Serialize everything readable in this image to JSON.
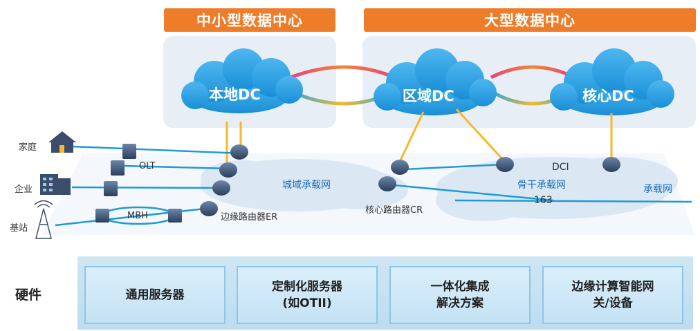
{
  "headers": {
    "small_dc": "中小型数据中心",
    "large_dc": "大型数据中心"
  },
  "clouds": {
    "local": "本地DC",
    "regional": "区域DC",
    "core": "核心DC"
  },
  "sites": {
    "home": "家庭",
    "enterprise": "企业",
    "base_station": "基站"
  },
  "links": {
    "olt": "OLT",
    "mbh": "MBH"
  },
  "routers": {
    "edge": "边缘路由器ER",
    "core": "核心路由器CR"
  },
  "networks": {
    "metro": "城域承载网",
    "backbone": "骨干承载网",
    "dci": "DCI",
    "n163": "163",
    "bearer": "承载网"
  },
  "hardware": {
    "title": "硬件",
    "items": [
      {
        "line1": "通用服务器",
        "line2": ""
      },
      {
        "line1": "定制化服务器",
        "line2": "(如OTII)"
      },
      {
        "line1": "一体化集成",
        "line2": "解决方案"
      },
      {
        "line1": "边缘计算智能网",
        "line2": "关/设备"
      }
    ]
  },
  "colors": {
    "accent_orange": "#ee7d2a",
    "cloud_blue": "#2f9fe0",
    "link_blue": "#1e9ad6",
    "uplink_yellow": "#f3b92a"
  }
}
